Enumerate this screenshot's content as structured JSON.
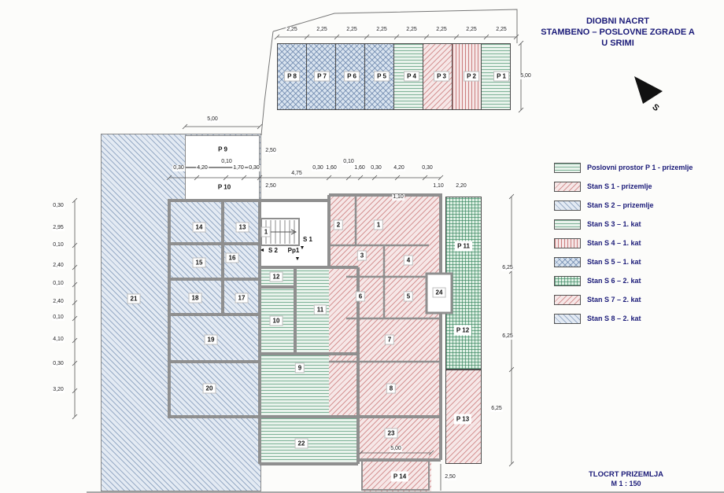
{
  "header": {
    "title_line1": "DIOBNI NACRT",
    "title_line2": "STAMBENO – POSLOVNE ZGRADE A",
    "title_line3": "U SRIMI",
    "north_label": "S"
  },
  "footer": {
    "drawing_name": "TLOCRT PRIZEMLJA",
    "scale": "M 1 : 150"
  },
  "colors": {
    "heading_text": "#1a1a78",
    "wall_gray": "#8f8f8f",
    "hatch_green": "#37875f",
    "hatch_red": "#b95050",
    "hatch_blue": "#506e9b"
  },
  "legend": {
    "items": [
      {
        "label": "Poslovni prostor P 1 - prizemlje",
        "pattern": "green-horizontal"
      },
      {
        "label": "Stan S 1 - prizemlje",
        "pattern": "red-diagonal"
      },
      {
        "label": "Stan S 2 – prizemlje",
        "pattern": "blue-diagonal"
      },
      {
        "label": "Stan S 3 – 1. kat",
        "pattern": "green-horizontal"
      },
      {
        "label": "Stan S 4 – 1. kat",
        "pattern": "red-vertical"
      },
      {
        "label": "Stan S 5 – 1. kat",
        "pattern": "blue-crosshatch"
      },
      {
        "label": "Stan S 6 – 2. kat",
        "pattern": "green-crosshatch"
      },
      {
        "label": "Stan S 7 – 2. kat",
        "pattern": "red-diagonal"
      },
      {
        "label": "Stan S 8 – 2. kat",
        "pattern": "blue-diagonal"
      }
    ]
  },
  "parking": {
    "depth_dim": "5,00",
    "stalls": [
      {
        "label": "P 8",
        "dim": "2,25",
        "pattern": "blue-crosshatch"
      },
      {
        "label": "P 7",
        "dim": "2,25",
        "pattern": "blue-crosshatch"
      },
      {
        "label": "P 6",
        "dim": "2,25",
        "pattern": "blue-crosshatch"
      },
      {
        "label": "P 5",
        "dim": "2,25",
        "pattern": "blue-crosshatch"
      },
      {
        "label": "P 4",
        "dim": "2,25",
        "pattern": "green-horizontal"
      },
      {
        "label": "P 3",
        "dim": "2,25",
        "pattern": "red-diagonal"
      },
      {
        "label": "P 2",
        "dim": "2,25",
        "pattern": "red-vertical"
      },
      {
        "label": "P 1",
        "dim": "2,25",
        "pattern": "green-horizontal"
      }
    ]
  },
  "plan": {
    "areas": {
      "p9": "P 9",
      "p10": "P 10",
      "p11": "P 11",
      "p12": "P 12",
      "p13": "P 13",
      "p14": "P 14"
    },
    "rooms": {
      "r1": "1",
      "r2": "2",
      "r3": "3",
      "r4": "4",
      "r5": "5",
      "r6": "6",
      "r7": "7",
      "r8": "8",
      "r9": "9",
      "r10": "10",
      "r11": "11",
      "r12": "12",
      "r13": "13",
      "r14": "14",
      "r15": "15",
      "r16": "16",
      "r17": "17",
      "r18": "18",
      "r19": "19",
      "r20": "20",
      "r21": "21",
      "r22": "22",
      "r23": "23",
      "r24": "24",
      "stair": "1"
    },
    "markers": {
      "s1": "S 1",
      "s2": "S 2",
      "pp1": "Pp1",
      "arrow_left": "◄",
      "arrow_down": "▼"
    },
    "dims": {
      "p9_width": "5,00",
      "stairs": [
        "2,50",
        "2,50"
      ],
      "top_row": [
        "0,30",
        "4,20",
        "0,10",
        "1,70",
        "0,30",
        "4,75",
        "0,30",
        "1,60",
        "0,10",
        "1,60",
        "0,30",
        "4,20",
        "0,30"
      ],
      "top_right": [
        "1,10",
        "2,20"
      ],
      "room1_width": "1,10",
      "left_col": [
        "0,30",
        "2,95",
        "0,10",
        "2,40",
        "0,10",
        "2,40",
        "0,10",
        "4,10",
        "0,30",
        "3,20"
      ],
      "right_col": [
        "6,25",
        "6,25",
        "6,25"
      ],
      "bottom": [
        "5,00",
        "2,50"
      ]
    }
  }
}
